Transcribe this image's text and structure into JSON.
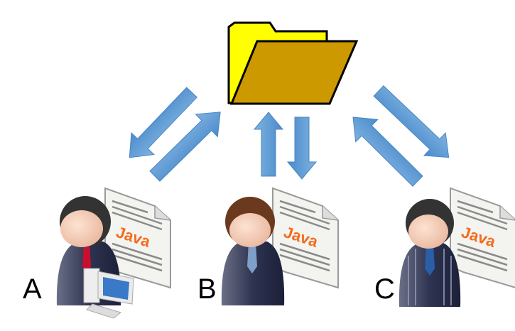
{
  "users": [
    {
      "label": "A",
      "doc_text": "Java"
    },
    {
      "label": "B",
      "doc_text": "Java"
    },
    {
      "label": "C",
      "doc_text": "Java"
    }
  ],
  "colors": {
    "arrow": "#5b9bd5",
    "folder_back": "#ffff00",
    "folder_front": "#cc9900",
    "java": "#f36b1c"
  }
}
